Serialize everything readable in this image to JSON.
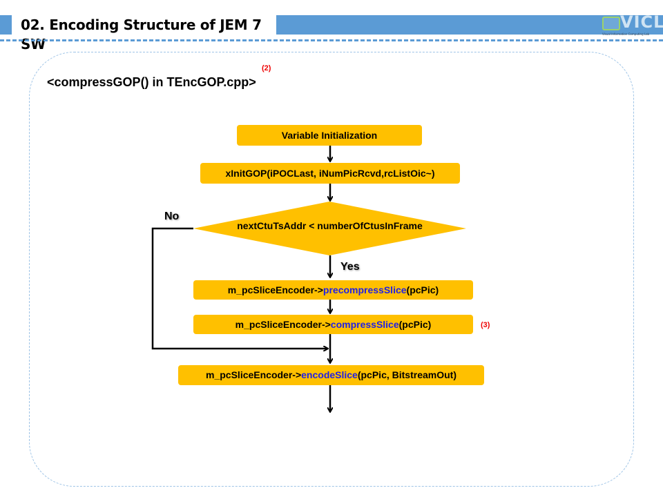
{
  "header": {
    "title": "02. Encoding Structure of JEM 7 SW",
    "logo": "VICL",
    "logo_sub": "Visual Information Computing Lab"
  },
  "subtitle": "<compressGOP() in TEncGOP.cpp>",
  "notes": {
    "n2": "(2)",
    "n3": "(3)"
  },
  "flow": {
    "init": "Variable Initialization",
    "initgop": "xInitGOP(iPOCLast, iNumPicRcvd,rcListOic~)",
    "cond": "nextCtuTsAddr < numberOfCtusInFrame",
    "no": "No",
    "yes": "Yes",
    "pre": {
      "prefix": "m_pcSliceEncoder->",
      "fn": "precompressSlice",
      "suffix": "(pcPic)"
    },
    "comp": {
      "prefix": "m_pcSliceEncoder->",
      "fn": "compressSlice",
      "suffix": "(pcPic)"
    },
    "enc": {
      "prefix": "m_pcSliceEncoder->",
      "fn": "encodeSlice",
      "suffix": "(pcPic, BitstreamOut)"
    }
  },
  "colors": {
    "accent": "#5b9bd5",
    "box": "#ffc000",
    "function": "#1f1fe8",
    "note": "#e00000"
  }
}
